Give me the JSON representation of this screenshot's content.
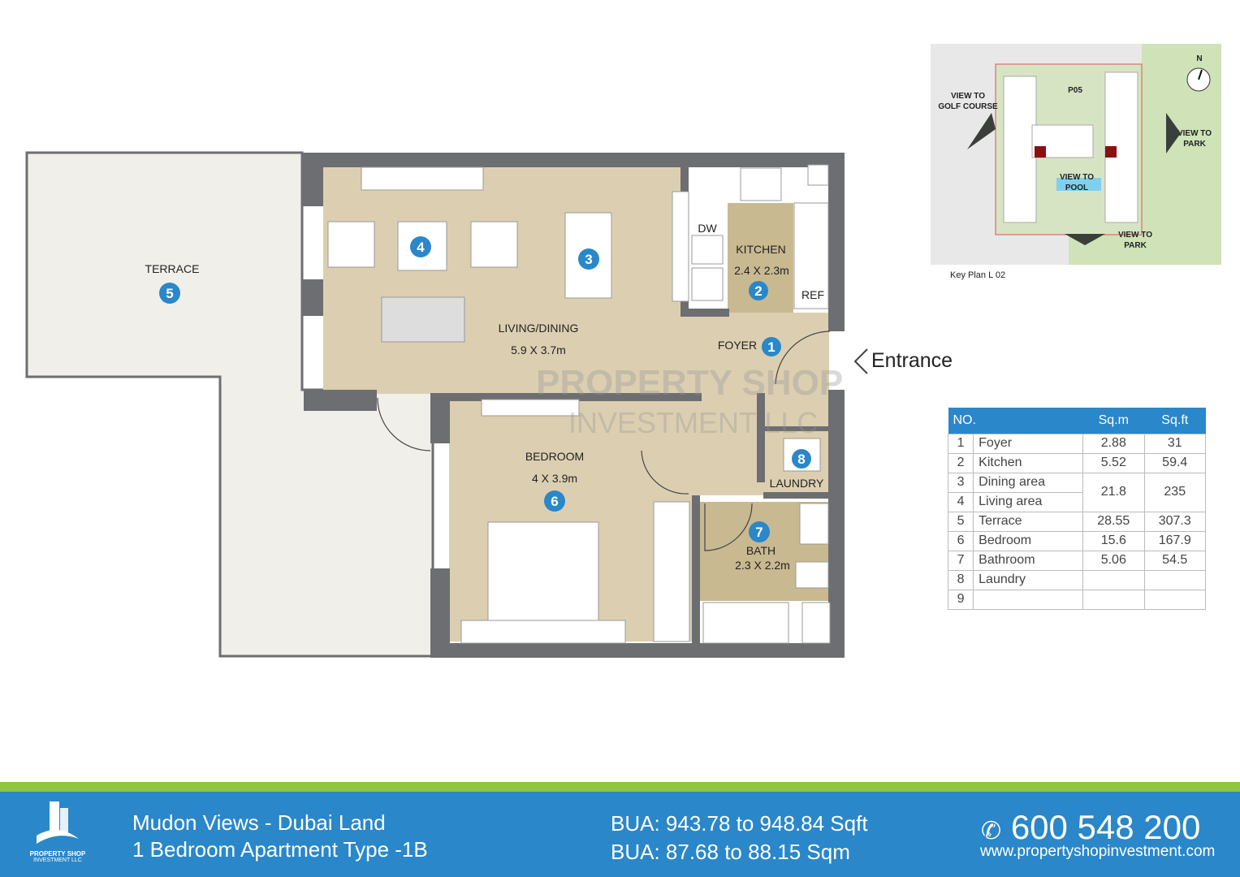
{
  "plan": {
    "rooms": {
      "terrace": {
        "name": "TERRACE",
        "num": "5"
      },
      "living": {
        "name": "LIVING/DINING",
        "size": "5.9 X 3.7m",
        "num_living": "4",
        "num_dining": "3"
      },
      "kitchen": {
        "name": "KITCHEN",
        "size": "2.4 X 2.3m",
        "num": "2",
        "dw": "DW",
        "ref": "REF"
      },
      "foyer": {
        "name": "FOYER",
        "num": "1"
      },
      "bedroom": {
        "name": "BEDROOM",
        "size": "4 X 3.9m",
        "num": "6"
      },
      "laundry": {
        "name": "LAUNDRY",
        "num": "8"
      },
      "bath": {
        "name": "BATH",
        "size": "2.3 X 2.2m",
        "num": "7"
      }
    },
    "entrance": "Entrance",
    "watermark": {
      "line1": "PROPERTY SHOP",
      "line2": "INVESTMENT LLC"
    }
  },
  "keyplan": {
    "north": "N",
    "building": "P05",
    "view_golf": [
      "VIEW TO",
      "GOLF COURSE"
    ],
    "view_park_e": [
      "VIEW TO",
      "PARK"
    ],
    "view_pool": [
      "VIEW TO",
      "POOL"
    ],
    "view_park_s": [
      "VIEW TO",
      "PARK"
    ],
    "caption": "Key Plan  L 02"
  },
  "table": {
    "headers": [
      "NO.",
      "Sq.m",
      "Sq.ft"
    ],
    "rows": [
      {
        "no": "1",
        "name": "Foyer",
        "sqm": "2.88",
        "sqft": "31"
      },
      {
        "no": "2",
        "name": "Kitchen",
        "sqm": "5.52",
        "sqft": "59.4"
      },
      {
        "no": "3",
        "name": "Dining area",
        "sqm": "21.8",
        "sqft": "235"
      },
      {
        "no": "4",
        "name": "Living area"
      },
      {
        "no": "5",
        "name": "Terrace",
        "sqm": "28.55",
        "sqft": "307.3"
      },
      {
        "no": "6",
        "name": "Bedroom",
        "sqm": "15.6",
        "sqft": "167.9"
      },
      {
        "no": "7",
        "name": "Bathroom",
        "sqm": "5.06",
        "sqft": "54.5"
      },
      {
        "no": "8",
        "name": "Laundry",
        "sqm": "",
        "sqft": ""
      },
      {
        "no": "9",
        "name": "",
        "sqm": "",
        "sqft": ""
      }
    ]
  },
  "footer": {
    "logo": [
      "PROPERTY SHOP",
      "INVESTMENT LLC"
    ],
    "project": "Mudon Views - Dubai Land",
    "type": "1 Bedroom Apartment Type -1B",
    "bua_sqft": "BUA: 943.78 to 948.84 Sqft",
    "bua_sqm": "BUA: 87.68 to 88.15 Sqm",
    "phone": "600 548 200",
    "website": "www.propertyshopinvestment.com",
    "colors": {
      "blue": "#2a87c9",
      "green": "#8dc63f"
    }
  }
}
